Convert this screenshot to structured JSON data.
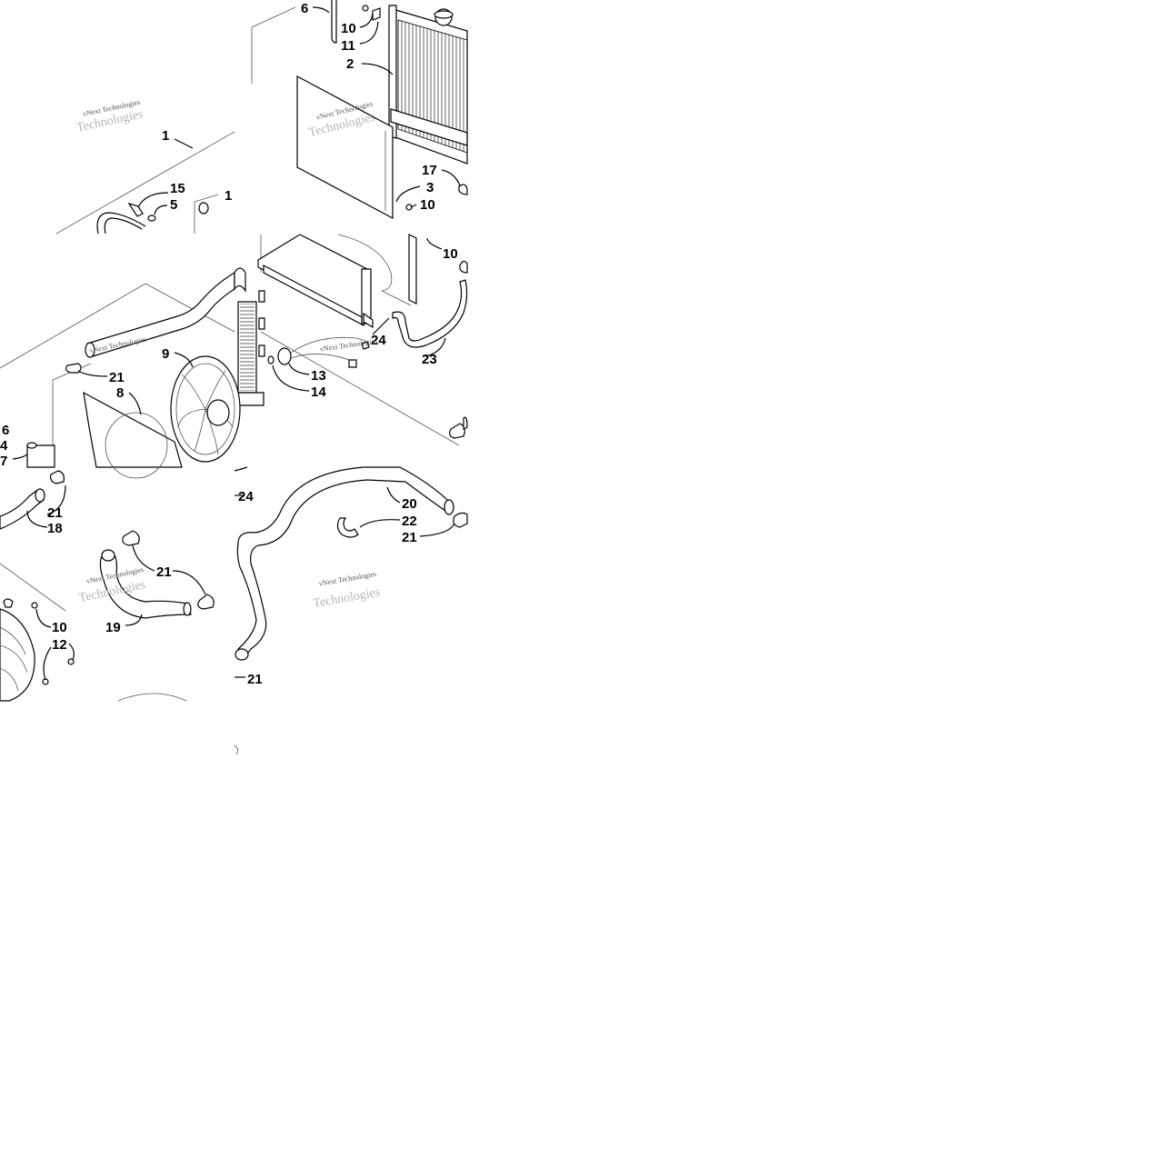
{
  "watermark": {
    "line1": "vNext Technologies",
    "line2": "Technologies"
  },
  "labels": {
    "tl_1": "1",
    "tl_15": "15",
    "tl_5": "5",
    "tl_1b": "1",
    "tr_6": "6",
    "tr_10a": "10",
    "tr_11": "11",
    "tr_2": "2",
    "tr_17": "17",
    "tr_3": "3",
    "tr_10b": "10",
    "ml_9": "9",
    "ml_21": "21",
    "ml_8": "8",
    "ml_6": "6",
    "ml_4": "4",
    "ml_7": "7",
    "mr_10": "10",
    "mr_24": "24",
    "mr_23": "23",
    "mr_13": "13",
    "mr_14": "14",
    "bl_21a": "21",
    "bl_18": "18",
    "bl_21b": "21",
    "bl_19": "19",
    "bl_10": "10",
    "bl_12": "12",
    "br_24": "24",
    "br_20": "20",
    "br_22": "22",
    "br_21a": "21",
    "br_21b": "21"
  }
}
